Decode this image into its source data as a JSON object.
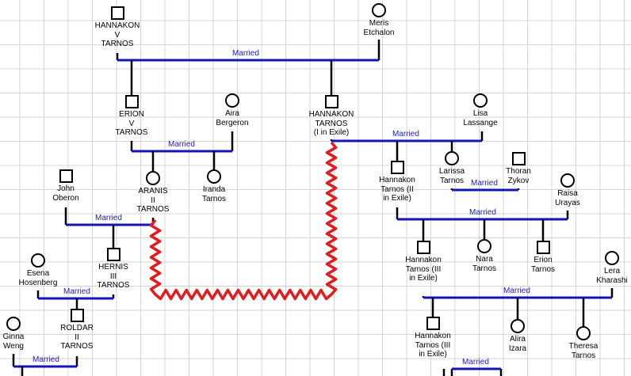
{
  "married_label": "Married",
  "people": [
    {
      "id": "hannakon_v",
      "lines": [
        "HANNAKON",
        "V",
        "TARNOS"
      ],
      "sex": "male"
    },
    {
      "id": "meris",
      "lines": [
        "Meris",
        "Etchalon"
      ],
      "sex": "female"
    },
    {
      "id": "erion_v",
      "lines": [
        "ERION",
        "V",
        "TARNOS"
      ],
      "sex": "male"
    },
    {
      "id": "aira_bergeron",
      "lines": [
        "Aira",
        "Bergeron"
      ],
      "sex": "female"
    },
    {
      "id": "hannakon_i_exile",
      "lines": [
        "HANNAKON",
        "TARNOS",
        "(I in Exile)"
      ],
      "sex": "male"
    },
    {
      "id": "lisa",
      "lines": [
        "Lisa",
        "Lassange"
      ],
      "sex": "female"
    },
    {
      "id": "aranis",
      "lines": [
        "ARANIS",
        "II",
        "TARNOS"
      ],
      "sex": "female"
    },
    {
      "id": "iranda",
      "lines": [
        "Iranda",
        "Tarnos"
      ],
      "sex": "female"
    },
    {
      "id": "hannakon_ii_exile",
      "lines": [
        "Hannakon",
        "Tarnos (II",
        "in Exile)"
      ],
      "sex": "male"
    },
    {
      "id": "larissa",
      "lines": [
        "Larissa",
        "Tarnos"
      ],
      "sex": "female"
    },
    {
      "id": "thoran",
      "lines": [
        "Thoran",
        "Zykov"
      ],
      "sex": "male"
    },
    {
      "id": "raisa",
      "lines": [
        "Raisa",
        "Urayas"
      ],
      "sex": "female"
    },
    {
      "id": "john",
      "lines": [
        "John",
        "Oberon"
      ],
      "sex": "male"
    },
    {
      "id": "hernis",
      "lines": [
        "HERNIS",
        "III",
        "TARNOS"
      ],
      "sex": "male"
    },
    {
      "id": "hannakon_iii_exile",
      "lines": [
        "Hannakon",
        "Tarnos (III",
        "in Exile)"
      ],
      "sex": "male"
    },
    {
      "id": "nara",
      "lines": [
        "Nara",
        "Tarnos"
      ],
      "sex": "female"
    },
    {
      "id": "erion_tarnos",
      "lines": [
        "Erion",
        "Tarnos"
      ],
      "sex": "male"
    },
    {
      "id": "lera",
      "lines": [
        "Lera",
        "Kharashi"
      ],
      "sex": "female"
    },
    {
      "id": "esena",
      "lines": [
        "Esena",
        "Hosenberg"
      ],
      "sex": "female"
    },
    {
      "id": "roldar",
      "lines": [
        "ROLDAR",
        "II",
        "TARNOS"
      ],
      "sex": "male"
    },
    {
      "id": "ginna",
      "lines": [
        "Ginna",
        "Weng"
      ],
      "sex": "female"
    },
    {
      "id": "hannakon_iii_exile_2",
      "lines": [
        "Hannakon",
        "Tarnos (III",
        "in Exile)"
      ],
      "sex": "male"
    },
    {
      "id": "alira",
      "lines": [
        "Alira",
        "Izara"
      ],
      "sex": "female"
    },
    {
      "id": "theresa",
      "lines": [
        "Theresa",
        "Tarnos"
      ],
      "sex": "female"
    }
  ],
  "marriages": [
    {
      "id": "m_hannakon_v_meris",
      "label": "Married"
    },
    {
      "id": "m_erion_aira",
      "label": "Married"
    },
    {
      "id": "m_hannakon_lisa",
      "label": "Married"
    },
    {
      "id": "m_larissa_thoran",
      "label": "Married"
    },
    {
      "id": "m_hannakon_ii_raisa",
      "label": "Married"
    },
    {
      "id": "m_john_aranis",
      "label": "Married"
    },
    {
      "id": "m_esena_hernis",
      "label": "Married"
    },
    {
      "id": "m_hannakon_iii_lera",
      "label": "Married"
    },
    {
      "id": "m_ginna_roldar",
      "label": "Married"
    },
    {
      "id": "m_hannakon_iii_alira",
      "label": "Married"
    }
  ],
  "colors": {
    "marriage_line": "#1414b4",
    "descent_line": "#000000",
    "highlight_line": "#e01c1c",
    "label": "#1c1cb4",
    "grid": "#d4d4d4"
  }
}
